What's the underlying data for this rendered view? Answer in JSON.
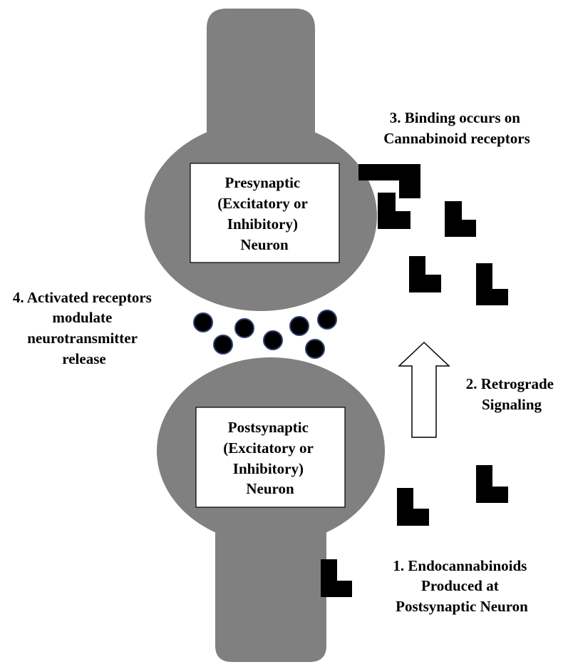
{
  "presynaptic_label": [
    "Presynaptic",
    "(Excitatory or",
    "Inhibitory)",
    "Neuron"
  ],
  "postsynaptic_label": [
    "Postsynaptic",
    "(Excitatory or",
    "Inhibitory)",
    "Neuron"
  ],
  "step1": [
    "1.  Endocannabinoids",
    "Produced at",
    "Postsynaptic Neuron"
  ],
  "step2": [
    "2. Retrograde",
    "Signaling"
  ],
  "step3": [
    "3. Binding occurs on",
    "Cannabinoid receptors"
  ],
  "step4": [
    "4. Activated receptors",
    "modulate",
    "neurotransmitter",
    "release"
  ],
  "colors": {
    "neuron": "#808080",
    "endocannabinoid": "#000000",
    "vesicle_outline": "#2f3f72",
    "arrow_fill": "#ffffff"
  }
}
